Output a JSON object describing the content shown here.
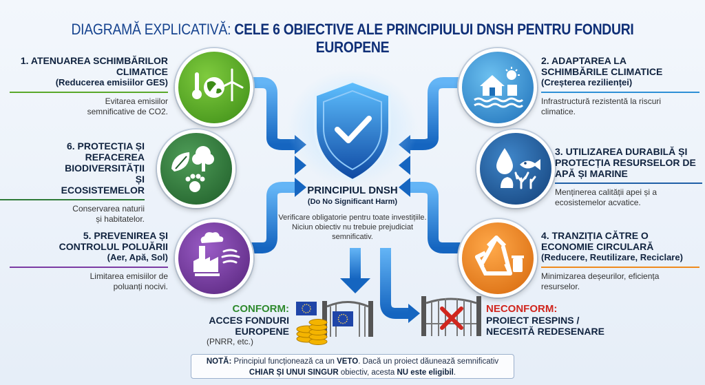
{
  "title": {
    "lead": "DIAGRAMĂ EXPLICATIVĂ:",
    "rest": "CELE 6 OBIECTIVE ALE PRINCIPIULUI DNSH PENTRU FONDURI EUROPENE"
  },
  "objectives": [
    {
      "title": "1. ATENUAREA SCHIMBĂRILOR CLIMATICE",
      "sub": "(Reducerea emisiilor GES)",
      "desc": "Evitarea emisiilor semnificative de CO2.",
      "color": "#5aa82a",
      "icon": "climate-mitigation-icon"
    },
    {
      "title": "2. ADAPTAREA LA SCHIMBĂRILE CLIMATICE",
      "sub": "(Creșterea rezilienței)",
      "desc": "Infrastructură rezistentă la riscuri climatice.",
      "color": "#2e8fd6",
      "icon": "flood-house-icon"
    },
    {
      "title": "3. UTILIZAREA DURABILĂ ȘI PROTECȚIA RESURSELOR DE APĂ ȘI MARINE",
      "sub": "",
      "desc": "Menținerea calității apei și a ecosistemelor acvatice.",
      "color": "#1f5fa6",
      "icon": "water-marine-icon"
    },
    {
      "title": "4. TRANZIȚIA CĂTRE O ECONOMIE CIRCULARĂ",
      "sub": "(Reducere, Reutilizare, Reciclare)",
      "desc": "Minimizarea deșeurilor, eficiența resurselor.",
      "color": "#ef8a1c",
      "icon": "recycle-icon"
    },
    {
      "title": "5. PREVENIREA ȘI CONTROLUL POLUĂRII",
      "sub": "(Aer, Apă, Sol)",
      "desc": "Limitarea emisiilor de poluanți nocivi.",
      "color": "#7a3aa3",
      "icon": "factory-pollution-icon"
    },
    {
      "title": "6. PROTECȚIA ȘI REFACEREA BIODIVERSITĂȚII ȘI ECOSISTEMELOR",
      "sub": "",
      "desc": "Conservarea naturii și habitatelor.",
      "color": "#2d7a37",
      "icon": "biodiversity-icon"
    }
  ],
  "center": {
    "heading": "PRINCIPIUL DNSH",
    "subheading": "(Do No Significant Harm)",
    "description": "Verificare obligatorie pentru toate investițiile. Niciun obiectiv nu trebuie prejudiciat semnificativ."
  },
  "outcomes": {
    "conform": {
      "label": "CONFORM:",
      "text": "ACCES FONDURI EUROPENE",
      "sub": "(PNRR, etc.)",
      "color": "#2e8a2e"
    },
    "neconform": {
      "label": "NECONFORM:",
      "text1": "PROIECT RESPINS /",
      "text2": "NECESITĂ REDESENARE",
      "color": "#d0261e"
    }
  },
  "note": {
    "p1": "NOTĂ:",
    "p2": " Principiul funcționează ca un ",
    "p3": "VETO",
    "p4": ". Dacă un proiect dăunează semnificativ",
    "p5": "CHIAR ȘI UNUI SINGUR",
    "p6": " obiectiv, acesta ",
    "p7": "NU este eligibil",
    "p8": "."
  },
  "colors": {
    "arrow": "#1565c0",
    "arrow_light": "#42a5f5",
    "shield": "#1e88e5"
  }
}
